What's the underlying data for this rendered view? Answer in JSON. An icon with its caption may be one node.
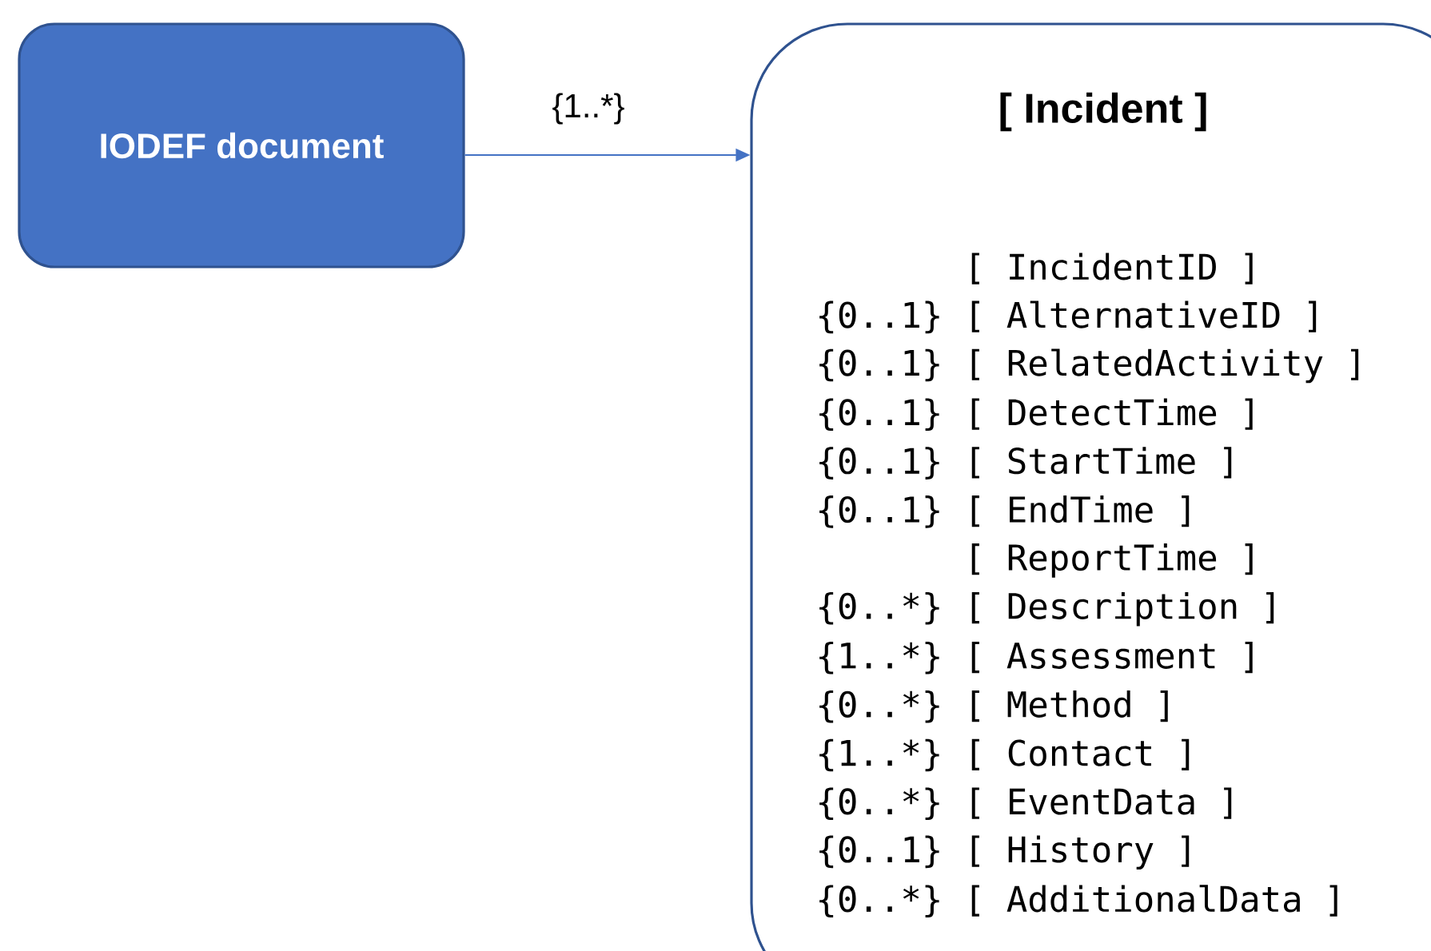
{
  "diagram": {
    "nodes": [
      {
        "text": [
          "IODEF document"
        ]
      },
      {
        "text": [
          "[ Incident ]",
          "[ IncidentID ]",
          "{0..1} [ AlternativeID ]",
          "{0..1} [ RelatedActivity ]",
          "{0..1} [ DetectTime ]",
          "{0..1} [ StartTime ]",
          "{0..1} [ EndTime ]",
          "[ ReportTime ]",
          "{0..*} [ Description ]",
          "{1..*} [ Assessment ]",
          "{0..*} [ Method ]",
          "{1..*} [ Contact ]",
          "{0..*} [ EventData ]",
          "{0..1} [ History ]",
          "{0..*} [ AdditionalData ]"
        ]
      }
    ],
    "edges": [
      {
        "from": 0,
        "to": 1,
        "arrow": "to",
        "label": "{1..*}"
      }
    ]
  }
}
